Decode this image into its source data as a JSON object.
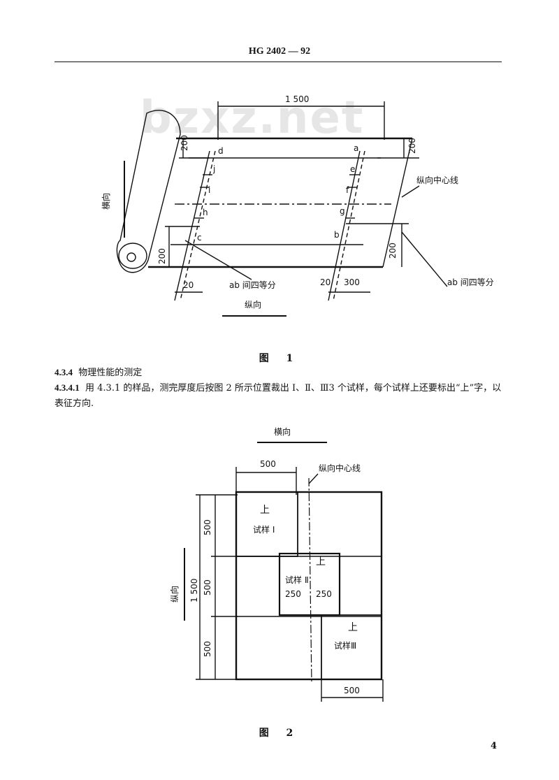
{
  "header": {
    "code": "HG 2402 — 92"
  },
  "watermark": "bzxz.net",
  "figure1": {
    "caption": "图  1",
    "dim_top": "1 500",
    "dim_left_top": "200",
    "dim_right_top": "200",
    "dim_left_bottom": "200",
    "dim_right_bottom": "200",
    "dim_bottom_left": "20",
    "dim_bottom_mid": "20",
    "dim_bottom_right": "300",
    "label_transverse": "横向",
    "label_longitudinal": "纵向",
    "label_center_line": "纵向中心线",
    "label_quarter_left": "ab 间四等分",
    "label_quarter_right": "ab 间四等分",
    "points": {
      "a": "a",
      "b": "b",
      "c": "c",
      "d": "d",
      "e": "e",
      "f": "f",
      "g": "g",
      "h": "h",
      "i": "i",
      "j": "j"
    }
  },
  "section": {
    "heading_num": "4.3.4",
    "heading_text": "物理性能的测定",
    "para_num": "4.3.4.1",
    "para_text": "用 4.3.1 的样品，测完厚度后按图 2 所示位置裁出 Ⅰ、Ⅱ、Ⅲ3 个试样，每个试样上还要标出“上”字，以表征方向."
  },
  "figure2": {
    "caption": "图  2",
    "label_transverse": "横向",
    "label_longitudinal": "纵向",
    "label_center_line": "纵向中心线",
    "dim_top": "500",
    "dim_bottom": "500",
    "dim_total": "1 500",
    "dim_v1": "500",
    "dim_v2": "500",
    "dim_v3": "500",
    "sample1_up": "上",
    "sample1_name": "试样 Ⅰ",
    "sample2_up": "上",
    "sample2_name": "试样  Ⅱ",
    "sample2_w1": "250",
    "sample2_w2": "250",
    "sample3_up": "上",
    "sample3_name": "试样Ⅲ"
  },
  "page_number": "4"
}
